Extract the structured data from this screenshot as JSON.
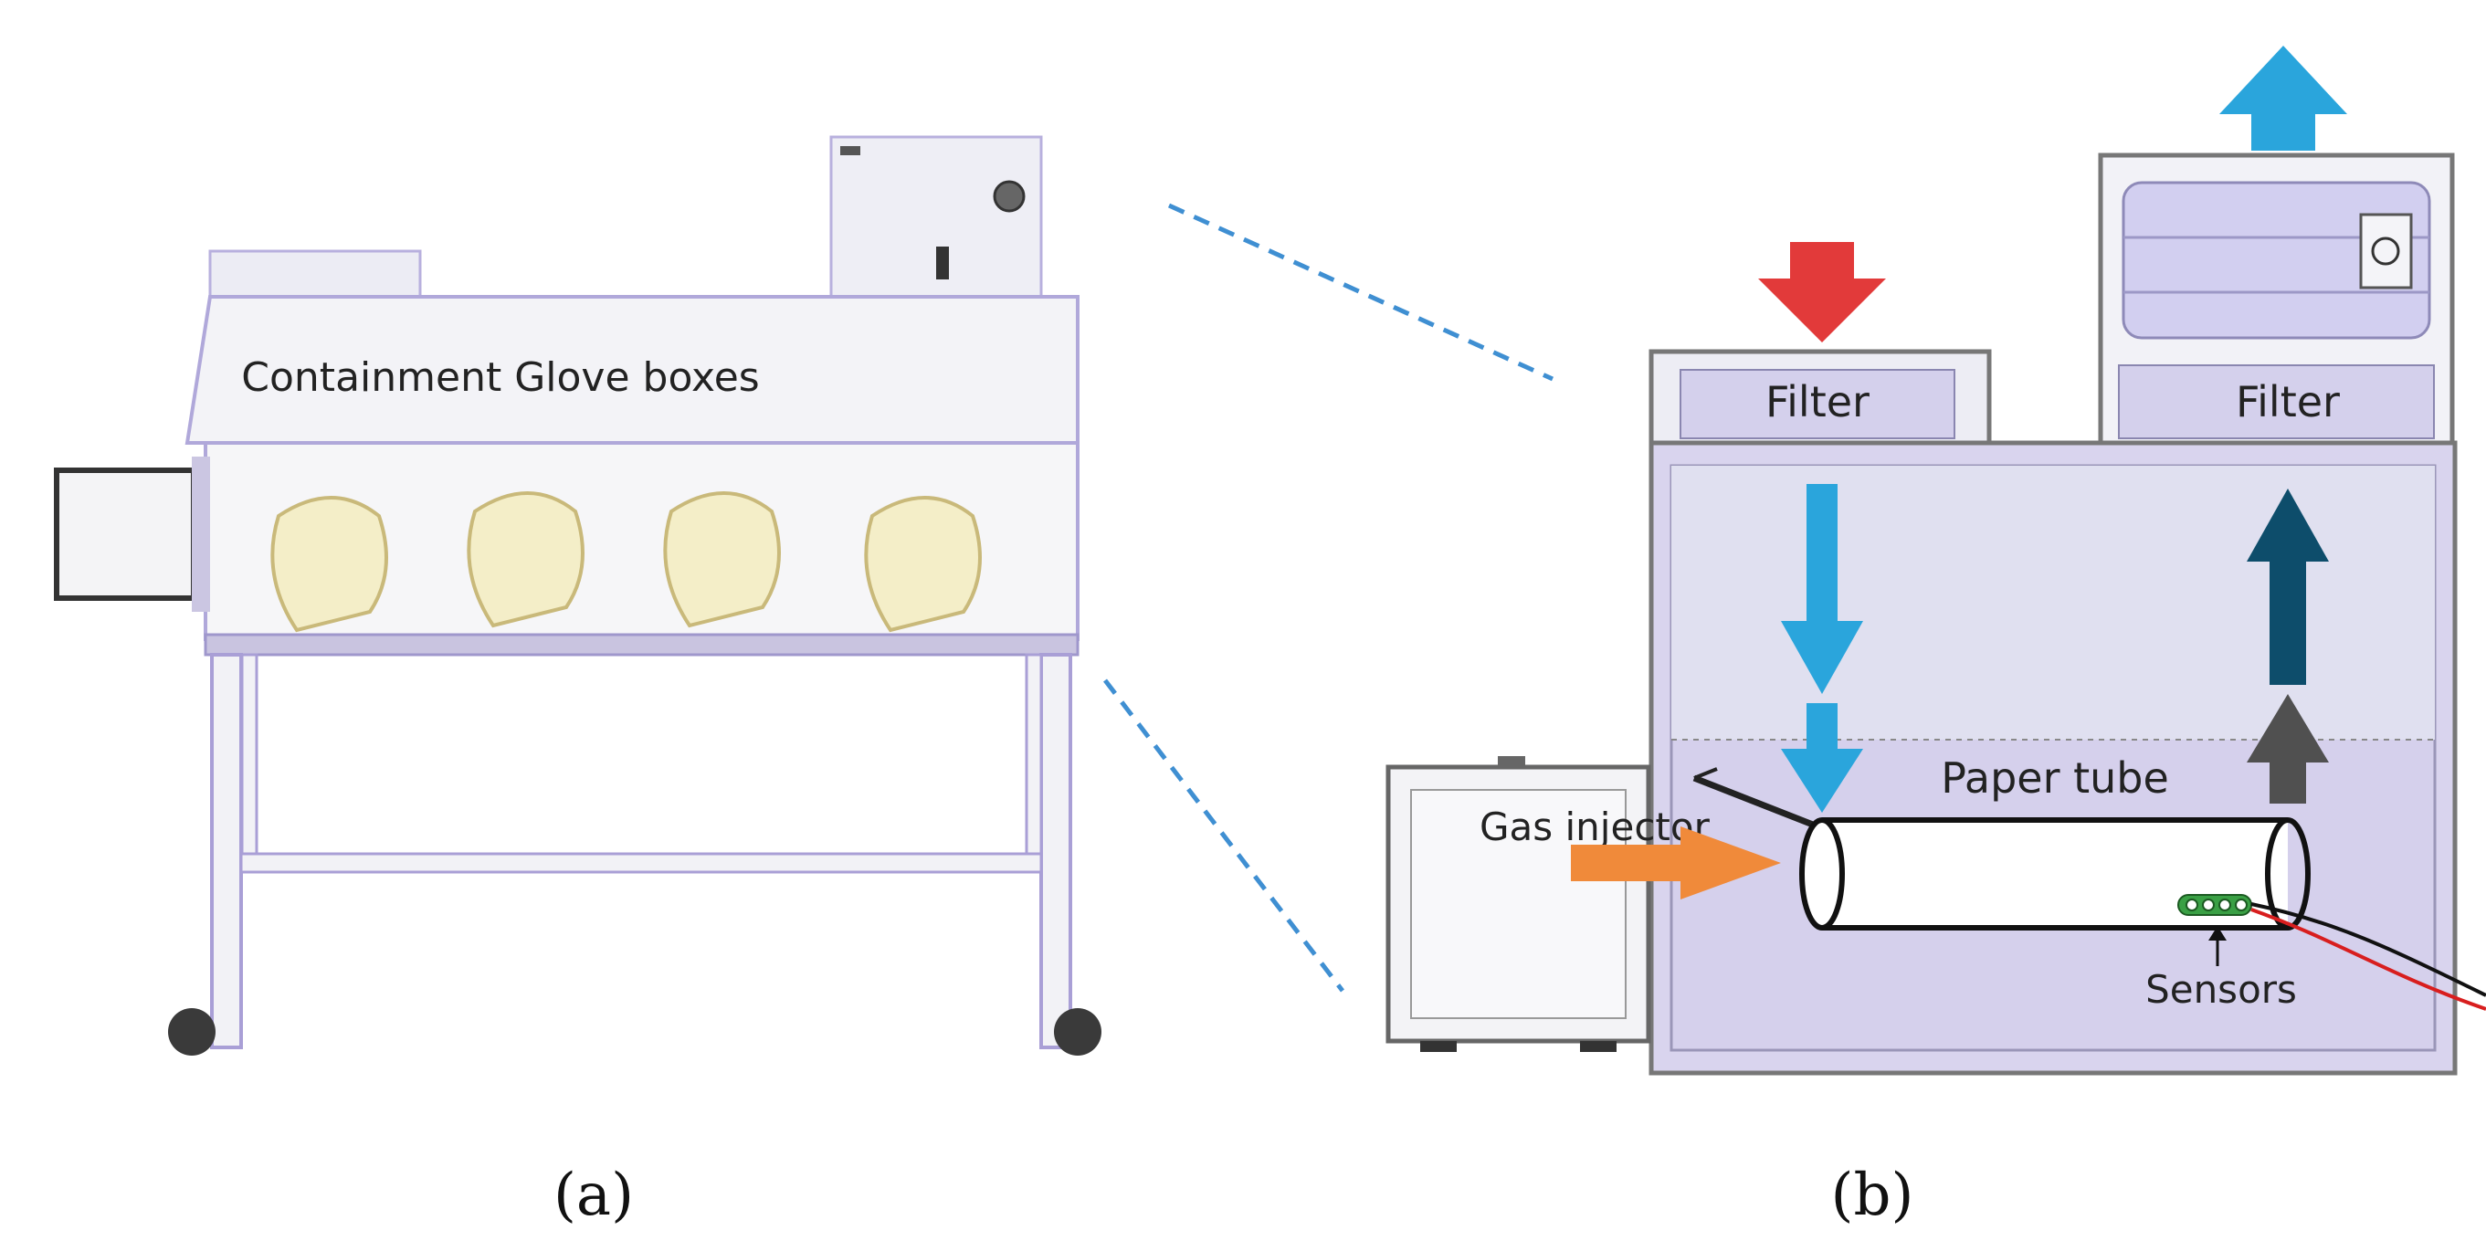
{
  "panel_a": {
    "box_label": "Containment Glove boxes",
    "caption": "(a)"
  },
  "panel_b": {
    "filter_left": "Filter",
    "filter_right": "Filter",
    "paper_tube": "Paper tube",
    "gas_injector": "Gas injector",
    "sensors": "Sensors",
    "caption": "(b)"
  },
  "colors": {
    "frame": "#a89ed6",
    "chamber_fill": "#d9d4ee",
    "chamber_upper_fill": "#dfe0f0",
    "arrow_red": "#e23a3a",
    "arrow_blue": "#2aa5dc",
    "arrow_dark_blue": "#0d4d6b",
    "arrow_gray": "#505050",
    "arrow_orange": "#f08a3a",
    "dashed_line": "#3f8fd2",
    "sensor_green": "#3aa045",
    "wire_red": "#d81e1e"
  },
  "icons": [
    "glove-icon",
    "syringe-icon",
    "fan-icon",
    "sensor-chip-icon"
  ]
}
